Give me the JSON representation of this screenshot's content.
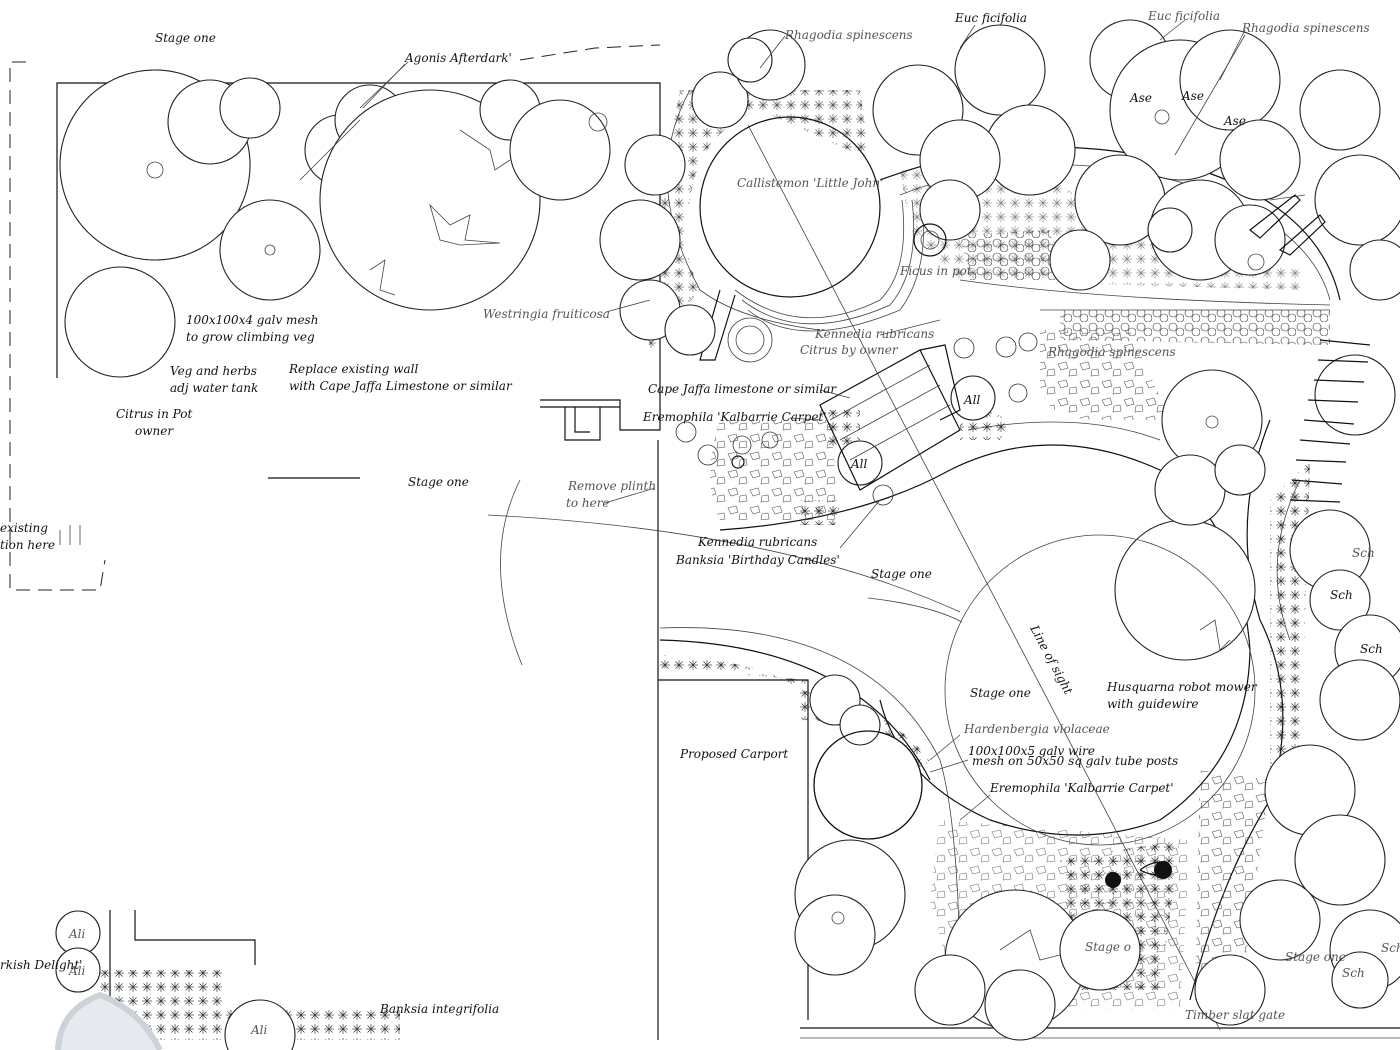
{
  "labels": {
    "stage_one_a": "Stage one",
    "agonis": "Agonis Afterdark'",
    "rhagodia_top": "Rhagodia spinescens",
    "euc_ficifolia_1": "Euc ficifolia",
    "euc_ficifolia_2": "Euc ficifolia",
    "rhagodia_top_right": "Rhagodia spinescens",
    "ase_1": "Ase",
    "ase_2": "Ase",
    "ase_3": "Ase",
    "callistemon": "Callistemon 'Little John'",
    "ficus": "Ficus in pot",
    "galv_mesh_1": "100x100x4 galv mesh",
    "galv_mesh_2": "to grow climbing veg",
    "westringia": "Westringia fruiticosa",
    "kennedia_1": "Kennedia rubricans",
    "citrus_owner": "Citrus by owner",
    "rhagodia_mid": "Rhagodia spinescens",
    "veg_herbs_1": "Veg and herbs",
    "veg_herbs_2": "adj water tank",
    "replace_wall_1": "Replace existing wall",
    "replace_wall_2": "with Cape Jaffa Limestone or similar",
    "cape_jaffa": "Cape Jaffa limestone or similar",
    "eremophila_1": "Eremophila 'Kalbarrie Carpet'",
    "all_1": "All",
    "all_2": "All",
    "citrus_pot_1": "Citrus in Pot",
    "citrus_pot_2": "owner",
    "stage_one_b": "Stage one",
    "remove_plinth_1": "Remove plinth",
    "remove_plinth_2": "to here",
    "existing_1": "existing",
    "existing_2": "tion here",
    "kennedia_2": "Kennedia rubricans",
    "banksia_bc": "Banksia 'Birthday Candles'",
    "stage_one_c": "Stage one",
    "sch_1": "Sch",
    "sch_2": "Sch",
    "sch_3": "Sch",
    "sch_4": "Sch",
    "sch_5": "Sch",
    "line_of_sight": "Line of sight",
    "stage_one_d": "Stage one",
    "husqvarna_1": "Husquarna robot mower",
    "husqvarna_2": "with guidewire",
    "proposed_carport": "Proposed Carport",
    "hardenbergia": "Hardenbergia violaceae",
    "galv_wire_1": "100x100x5 galv wire",
    "galv_wire_2": "mesh on 50x50 sq galv tube posts",
    "eremophila_2": "Eremophila 'Kalbarrie Carpet'",
    "ali_1": "Ali",
    "ali_2": "Ali",
    "ali_3": "Ali",
    "turkish": "rkish Delight'",
    "banksia_int": "Banksia integrifolia",
    "stage_one_e": "Stage o",
    "stage_one_f": "Stage one",
    "timber_gate": "Timber slat gate"
  }
}
